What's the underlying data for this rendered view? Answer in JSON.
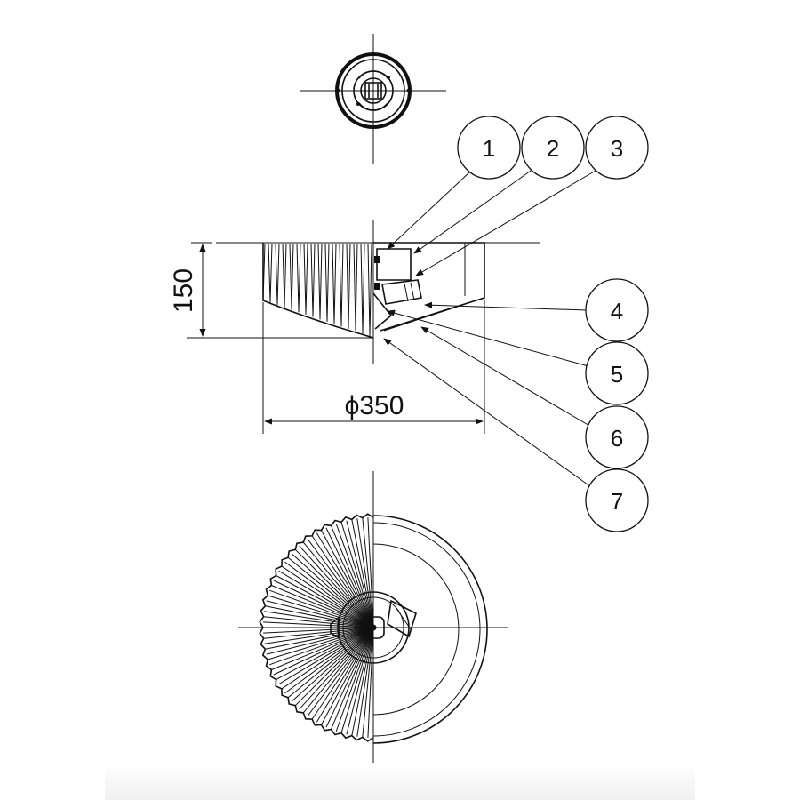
{
  "callouts": [
    {
      "label": "1"
    },
    {
      "label": "2"
    },
    {
      "label": "3"
    },
    {
      "label": "4"
    },
    {
      "label": "5"
    },
    {
      "label": "6"
    },
    {
      "label": "7"
    }
  ],
  "dimensions": {
    "height": "150",
    "diameter": "ϕ350"
  }
}
